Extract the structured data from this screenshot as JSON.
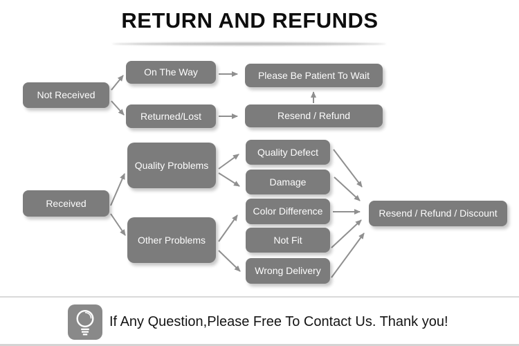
{
  "title": "RETURN AND REFUNDS",
  "flow": {
    "nodes": {
      "not_received": "Not Received",
      "on_the_way": "On The Way",
      "returned_lost": "Returned/Lost",
      "patient": "Please Be Patient To Wait",
      "resend_refund": "Resend / Refund",
      "received": "Received",
      "quality_problems": "Quality Problems",
      "other_problems": "Other Problems",
      "quality_defect": "Quality Defect",
      "damage": "Damage",
      "color_difference": "Color Difference",
      "not_fit": "Not Fit",
      "wrong_delivery": "Wrong Delivery",
      "resend_refund_discount": "Resend / Refund / Discount"
    },
    "edges": [
      {
        "from": "not_received",
        "to": "on_the_way"
      },
      {
        "from": "not_received",
        "to": "returned_lost"
      },
      {
        "from": "on_the_way",
        "to": "patient"
      },
      {
        "from": "returned_lost",
        "to": "resend_refund"
      },
      {
        "from": "resend_refund",
        "to": "patient"
      },
      {
        "from": "received",
        "to": "quality_problems"
      },
      {
        "from": "received",
        "to": "other_problems"
      },
      {
        "from": "quality_problems",
        "to": "quality_defect"
      },
      {
        "from": "quality_problems",
        "to": "damage"
      },
      {
        "from": "other_problems",
        "to": "color_difference"
      },
      {
        "from": "other_problems",
        "to": "wrong_delivery"
      },
      {
        "from": "quality_defect",
        "to": "resend_refund_discount"
      },
      {
        "from": "damage",
        "to": "resend_refund_discount"
      },
      {
        "from": "color_difference",
        "to": "resend_refund_discount"
      },
      {
        "from": "not_fit",
        "to": "resend_refund_discount"
      },
      {
        "from": "wrong_delivery",
        "to": "resend_refund_discount"
      }
    ]
  },
  "footer": {
    "icon": "lightbulb-icon",
    "message": "If Any Question,Please Free To Contact Us. Thank you!"
  },
  "colors": {
    "box_fill": "#7c7c7c",
    "box_text": "#fdfdfd",
    "arrow": "#8f8f8f",
    "icon_badge": "#898989",
    "divider": "#d9d9d9",
    "title_text": "#0e0e0e"
  }
}
